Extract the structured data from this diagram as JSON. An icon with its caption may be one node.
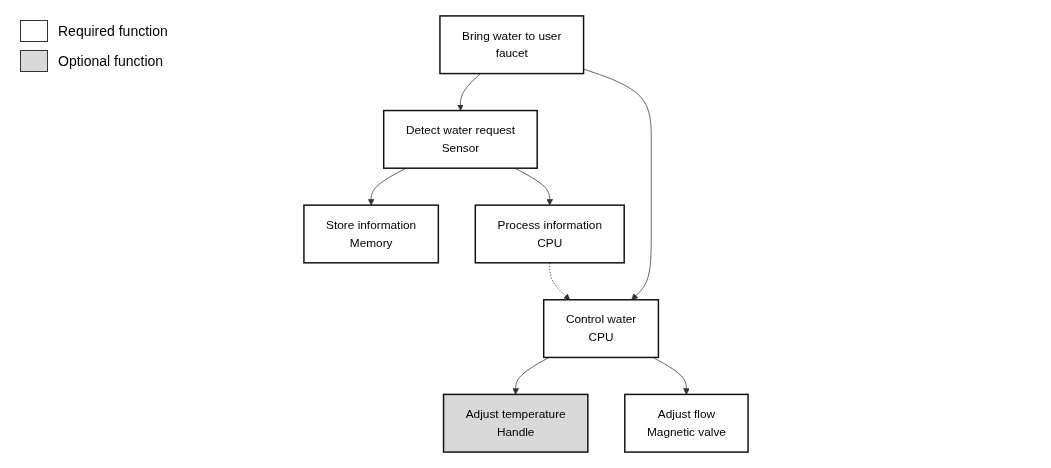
{
  "diagram": {
    "nodes": [
      {
        "text": [
          "Bring water to user",
          "faucet"
        ]
      },
      {
        "text": [
          "Detect water request",
          "Sensor"
        ]
      },
      {
        "text": [
          "Control water",
          "CPU"
        ]
      },
      {
        "text": [
          "Store information",
          "Memory"
        ]
      },
      {
        "text": [
          "Process information",
          "CPU"
        ]
      },
      {
        "text": [
          "Adjust temperature",
          "Handle"
        ]
      },
      {
        "text": [
          "Adjust flow",
          "Magnetic valve"
        ]
      }
    ],
    "edges": [
      {
        "from": 0,
        "to": 1,
        "arrow": "to"
      },
      {
        "from": 0,
        "to": 2,
        "arrow": "to"
      },
      {
        "from": 1,
        "to": 3,
        "arrow": "to"
      },
      {
        "from": 1,
        "to": 4,
        "arrow": "to"
      },
      {
        "from": 2,
        "to": 5,
        "arrow": "to"
      },
      {
        "from": 2,
        "to": 6,
        "arrow": "to"
      },
      {
        "from": 4,
        "to": 2,
        "arrow": "to",
        "style": "dashed"
      }
    ],
    "legend": [
      {
        "text": "Required function",
        "color": "#ffffff"
      },
      {
        "text": "Optional function",
        "color": "#d9d9d9"
      }
    ]
  }
}
